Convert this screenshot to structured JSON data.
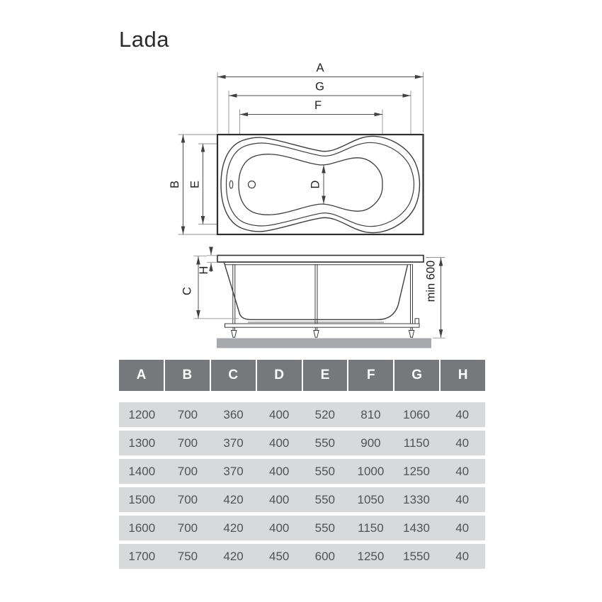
{
  "title": "Lada",
  "diagram": {
    "labels": {
      "A": "A",
      "B": "B",
      "C": "C",
      "D": "D",
      "E": "E",
      "F": "F",
      "G": "G",
      "H": "H",
      "min_height": "min 600"
    }
  },
  "table": {
    "headers": [
      "A",
      "B",
      "C",
      "D",
      "E",
      "F",
      "G",
      "H"
    ],
    "rows": [
      [
        "1200",
        "700",
        "360",
        "400",
        "520",
        "810",
        "1060",
        "40"
      ],
      [
        "1300",
        "700",
        "370",
        "400",
        "550",
        "900",
        "1150",
        "40"
      ],
      [
        "1400",
        "700",
        "370",
        "400",
        "550",
        "1000",
        "1250",
        "40"
      ],
      [
        "1500",
        "700",
        "420",
        "400",
        "550",
        "1050",
        "1330",
        "40"
      ],
      [
        "1600",
        "700",
        "420",
        "400",
        "550",
        "1150",
        "1430",
        "40"
      ],
      [
        "1700",
        "750",
        "420",
        "450",
        "600",
        "1250",
        "1550",
        "40"
      ]
    ]
  },
  "colors": {
    "header_bg": "#77787b",
    "row_bg": "#d8d9da",
    "table_text": "#515254",
    "line": "#3c3d3f",
    "ground": "#a6a8ab"
  }
}
